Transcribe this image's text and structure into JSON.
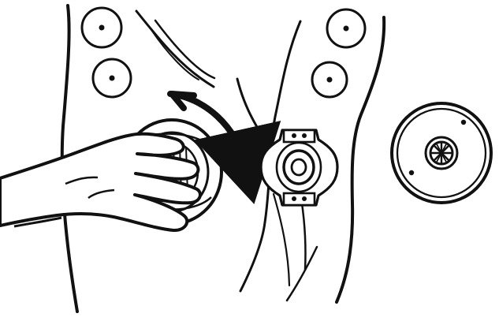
{
  "illustration": {
    "colors": {
      "ink": "#111111",
      "background": "#ffffff"
    },
    "panels": [
      {
        "name": "left-panel",
        "contents": [
          "torso-outline",
          "hand",
          "round-disc",
          "rotation-arrow",
          "top-sensor-circles"
        ]
      },
      {
        "name": "middle-panel",
        "contents": [
          "torso-outline",
          "mounting-base",
          "top-sensor-circles"
        ]
      },
      {
        "name": "right-panel",
        "contents": [
          "round-cover"
        ]
      }
    ]
  }
}
